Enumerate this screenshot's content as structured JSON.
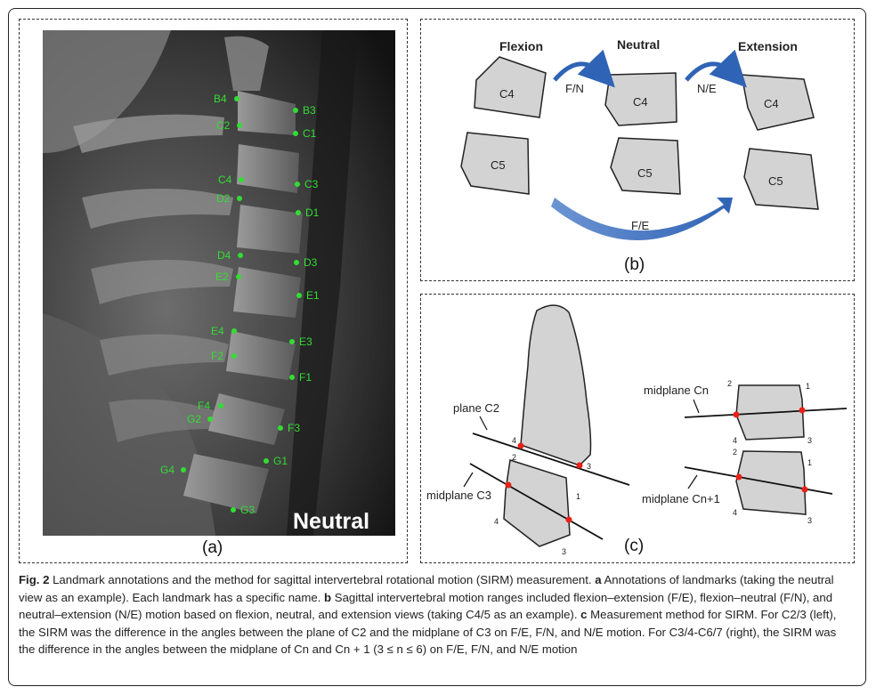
{
  "panel_a": {
    "view_label": "Neutral",
    "panel_label": "(a)",
    "landmarks": [
      "B4",
      "B3",
      "C2",
      "C1",
      "C4",
      "C3",
      "D2",
      "D1",
      "D4",
      "D3",
      "E2",
      "E1",
      "E4",
      "E3",
      "F2",
      "F1",
      "F4",
      "G2",
      "F3",
      "G1",
      "G4",
      "G3"
    ]
  },
  "panel_b": {
    "panel_label": "(b)",
    "heading_flexion": "Flexion",
    "heading_neutral": "Neutral",
    "heading_extension": "Extension",
    "arrow_fn": "F/N",
    "arrow_ne": "N/E",
    "arrow_fe": "F/E",
    "vertebra_upper": "C4",
    "vertebra_lower": "C5"
  },
  "panel_c": {
    "panel_label": "(c)",
    "label_plane_c2": "plane C2",
    "label_midplane_c3": "midplane C3",
    "label_midplane_cn": "midplane Cn",
    "label_midplane_cn1": "midplane Cn+1",
    "corner_numbers": [
      "1",
      "2",
      "3",
      "4"
    ]
  },
  "caption": {
    "fig_label": "Fig. 2",
    "intro": " Landmark annotations and the method for sagittal intervertebral rotational motion (SIRM) measurement. ",
    "a_label": "a",
    "a_text": " Annotations of landmarks (taking the neutral view as an example). Each landmark has a specific name. ",
    "b_label": "b",
    "b_text": " Sagittal intervertebral motion ranges included flexion–extension (F/E), flexion–neutral (F/N), and neutral–extension (N/E) motion based on flexion, neutral, and extension views (taking C4/5 as an example). ",
    "c_label": "c",
    "c_text": " Measurement method for SIRM. For C2/3 (left), the SIRM was the difference in the angles between the plane of C2 and the midplane of C3 on F/E, F/N, and N/E motion. For C3/4-C6/7 (right), the SIRM was the difference in the angles between the midplane of Cn and Cn + 1 (3 ≤ n ≤ 6) on F/E, F/N, and N/E motion"
  },
  "colors": {
    "landmark": "#33dd33",
    "arrow_blue": "#2f63b5",
    "bone_fill": "#d3d3d3",
    "red_point": "#e8211a"
  }
}
